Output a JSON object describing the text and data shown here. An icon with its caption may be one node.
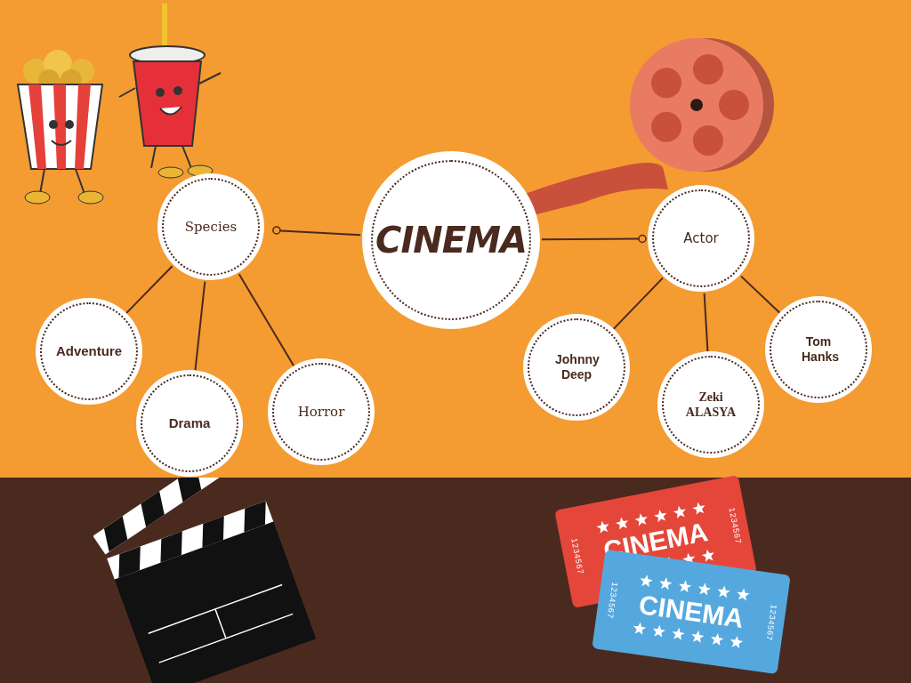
{
  "diagram": {
    "nodes": [
      {
        "text": [
          "CINEMA"
        ]
      },
      {
        "text": [
          "Species"
        ]
      },
      {
        "text": [
          "Actor"
        ]
      },
      {
        "text": [
          "Adventure"
        ]
      },
      {
        "text": [
          "Drama"
        ]
      },
      {
        "text": [
          "Horror"
        ]
      },
      {
        "text": [
          "Johnny Deep"
        ]
      },
      {
        "text": [
          "Zeki ALASYA"
        ]
      },
      {
        "text": [
          "Tom Hanks"
        ]
      }
    ],
    "edges": [
      {
        "from": 0,
        "to": 1,
        "arrow": "other"
      },
      {
        "from": 0,
        "to": 2,
        "arrow": "other"
      },
      {
        "from": 1,
        "to": 3,
        "arrow": "none"
      },
      {
        "from": 1,
        "to": 4,
        "arrow": "none"
      },
      {
        "from": 1,
        "to": 5,
        "arrow": "none"
      },
      {
        "from": 2,
        "to": 6,
        "arrow": "none"
      },
      {
        "from": 2,
        "to": 7,
        "arrow": "none"
      },
      {
        "from": 2,
        "to": 8,
        "arrow": "none"
      }
    ],
    "labels": [
      "1234567",
      "CINEMA",
      "1234567",
      "1234567",
      "CINEMA",
      "1234567"
    ]
  }
}
